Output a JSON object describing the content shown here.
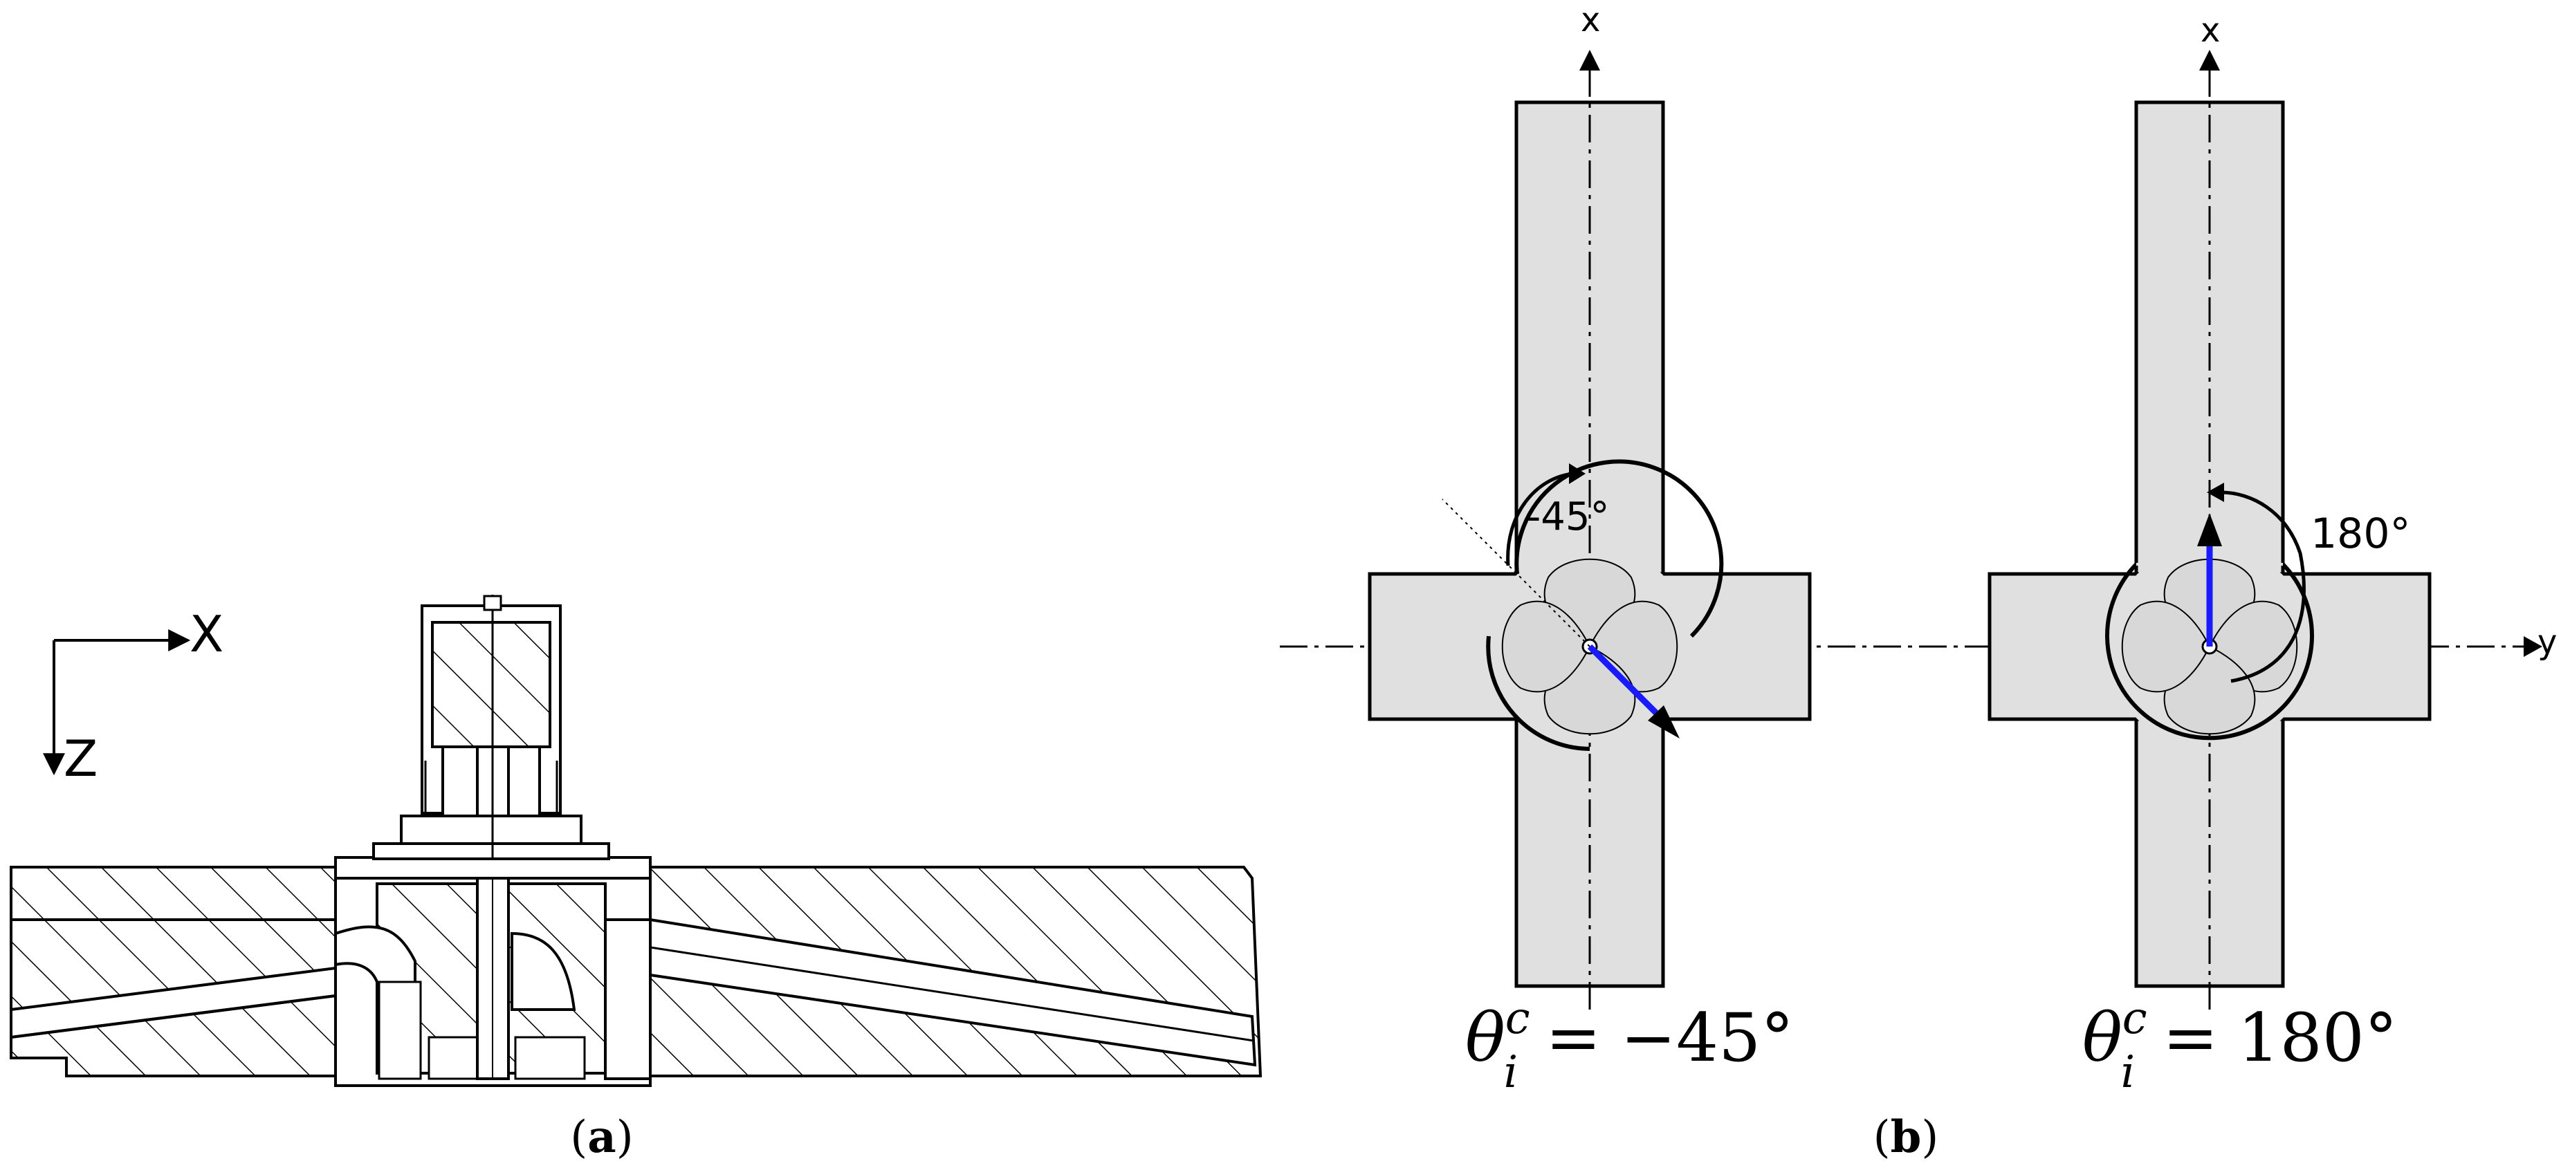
{
  "panel_a": {
    "caption": {
      "open": "(",
      "letter": "a",
      "close": ")"
    },
    "axes": {
      "horizontal": "X",
      "vertical": "Z"
    }
  },
  "panel_b": {
    "caption": {
      "open": "(",
      "letter": "b",
      "close": ")"
    },
    "axes": {
      "x": "x",
      "y": "y"
    },
    "left": {
      "angle_label": "-45°",
      "formula": {
        "symbol": "θ",
        "superscript": "c",
        "subscript": "i",
        "equals": "=",
        "value": "−45°"
      }
    },
    "right": {
      "angle_label": "180°",
      "formula": {
        "symbol": "θ",
        "superscript": "c",
        "subscript": "i",
        "equals": "=",
        "value": "180°"
      }
    }
  },
  "colors": {
    "arm_fill": "#e0e0e0",
    "arrow_blue": "#1a1aff",
    "stroke": "#000000"
  }
}
